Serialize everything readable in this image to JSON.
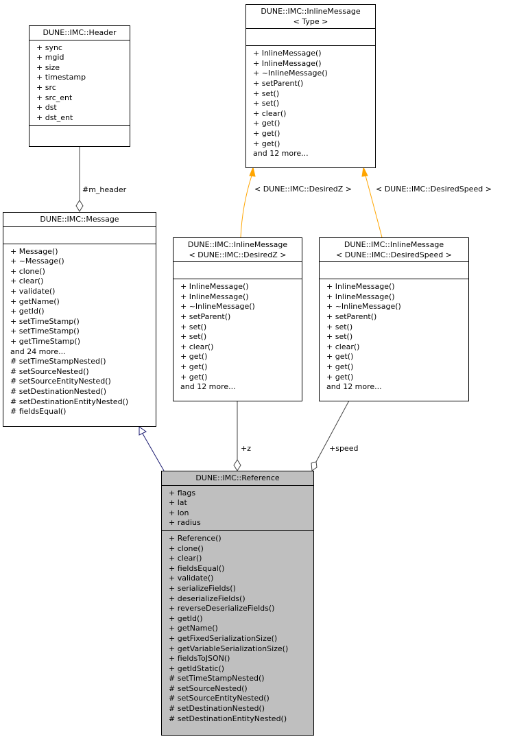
{
  "classes": {
    "header": {
      "title": [
        "DUNE::IMC::Header"
      ],
      "attributes": [
        "+ sync",
        "+ mgid",
        "+ size",
        "+ timestamp",
        "+ src",
        "+ src_ent",
        "+ dst",
        "+ dst_ent"
      ],
      "operations": []
    },
    "inline_type": {
      "title": [
        "DUNE::IMC::InlineMessage",
        "< Type >"
      ],
      "attributes": [],
      "operations": [
        "+ InlineMessage()",
        "+ InlineMessage()",
        "+ ~InlineMessage()",
        "+ setParent()",
        "+ set()",
        "+ set()",
        "+ clear()",
        "+ get()",
        "+ get()",
        "+ get()",
        "and 12 more..."
      ]
    },
    "message": {
      "title": [
        "DUNE::IMC::Message"
      ],
      "attributes": [],
      "operations": [
        "+ Message()",
        "+ ~Message()",
        "+ clone()",
        "+ clear()",
        "+ validate()",
        "+ getName()",
        "+ getId()",
        "+ setTimeStamp()",
        "+ setTimeStamp()",
        "+ getTimeStamp()",
        "and 24 more...",
        "# setTimeStampNested()",
        "# setSourceNested()",
        "# setSourceEntityNested()",
        "# setDestinationNested()",
        "# setDestinationEntityNested()",
        "# fieldsEqual()"
      ]
    },
    "inline_desiredz": {
      "title": [
        "DUNE::IMC::InlineMessage",
        "< DUNE::IMC::DesiredZ >"
      ],
      "attributes": [],
      "operations": [
        "+ InlineMessage()",
        "+ InlineMessage()",
        "+ ~InlineMessage()",
        "+ setParent()",
        "+ set()",
        "+ set()",
        "+ clear()",
        "+ get()",
        "+ get()",
        "+ get()",
        "and 12 more..."
      ]
    },
    "inline_desiredspeed": {
      "title": [
        "DUNE::IMC::InlineMessage",
        "< DUNE::IMC::DesiredSpeed >"
      ],
      "attributes": [],
      "operations": [
        "+ InlineMessage()",
        "+ InlineMessage()",
        "+ ~InlineMessage()",
        "+ setParent()",
        "+ set()",
        "+ set()",
        "+ clear()",
        "+ get()",
        "+ get()",
        "+ get()",
        "and 12 more..."
      ]
    },
    "reference": {
      "title": [
        "DUNE::IMC::Reference"
      ],
      "attributes": [
        "+ flags",
        "+ lat",
        "+ lon",
        "+ radius"
      ],
      "operations": [
        "+ Reference()",
        "+ clone()",
        "+ clear()",
        "+ fieldsEqual()",
        "+ validate()",
        "+ serializeFields()",
        "+ deserializeFields()",
        "+ reverseDeserializeFields()",
        "+ getId()",
        "+ getName()",
        "+ getFixedSerializationSize()",
        "+ getVariableSerializationSize()",
        "+ fieldsToJSON()",
        "+ getIdStatic()",
        "# setTimeStampNested()",
        "# setSourceNested()",
        "# setSourceEntityNested()",
        "# setDestinationNested()",
        "# setDestinationEntityNested()"
      ]
    }
  },
  "edge_labels": {
    "m_header": "#m_header",
    "desiredz_binding": "< DUNE::IMC::DesiredZ >",
    "desiredspeed_binding": "< DUNE::IMC::DesiredSpeed >",
    "z": "+z",
    "speed": "+speed"
  },
  "colors": {
    "inheritance": "#191970",
    "template_binding": "#ffa500",
    "composition": "#404040",
    "highlight_fill": "#bfbfbf"
  }
}
